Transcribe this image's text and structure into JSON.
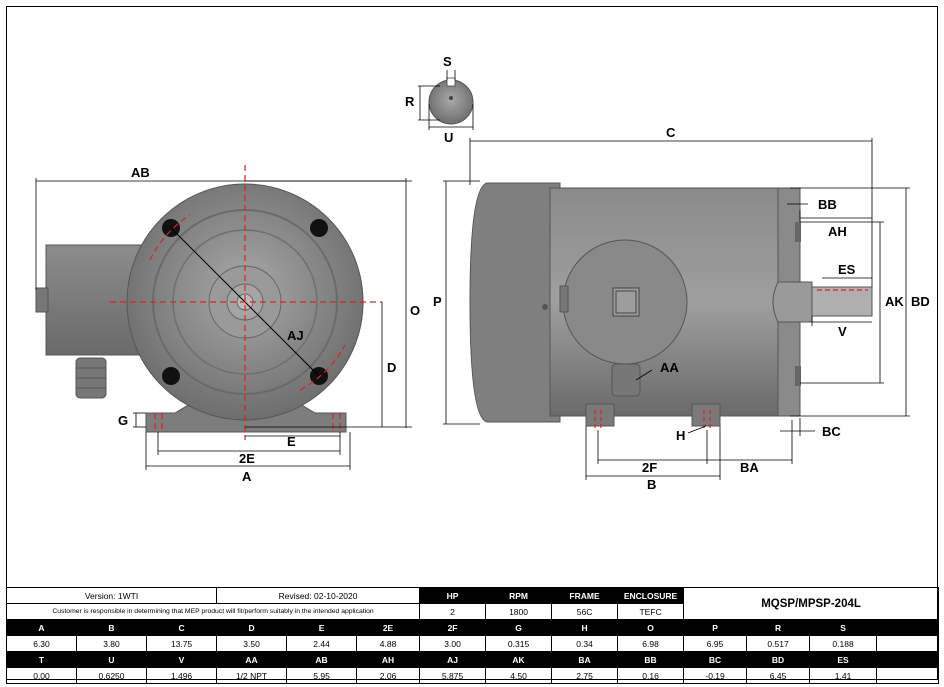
{
  "labels": {
    "S": "S",
    "R": "R",
    "U": "U",
    "C": "C",
    "AB": "AB",
    "O": "O",
    "D": "D",
    "AJ": "AJ",
    "G": "G",
    "E": "E",
    "TwoE": "2E",
    "A": "A",
    "P": "P",
    "BB": "BB",
    "AH": "AH",
    "ES": "ES",
    "AK": "AK",
    "BD": "BD",
    "V": "V",
    "AA": "AA",
    "H": "H",
    "TwoF": "2F",
    "BA": "BA",
    "B": "B",
    "BC": "BC"
  },
  "table": {
    "version": "Version: 1WTI",
    "revised": "Revised: 02-10-2020",
    "note": "Customer is responsible in determining that MEP product will fit/perform suitably in the intended application",
    "info_headers": [
      "HP",
      "RPM",
      "FRAME",
      "ENCLOSURE"
    ],
    "info_values": [
      "2",
      "1800",
      "56C",
      "TEFC"
    ],
    "model": "MQSP/MPSP-204L",
    "row1_headers": [
      "A",
      "B",
      "C",
      "D",
      "E",
      "2E",
      "2F",
      "G",
      "H",
      "O",
      "P",
      "R",
      "S"
    ],
    "row1_values": [
      "6.30",
      "3.80",
      "13.75",
      "3.50",
      "2.44",
      "4.88",
      "3.00",
      "0.315",
      "0.34",
      "6.98",
      "6.95",
      "0.517",
      "0.188"
    ],
    "row2_headers": [
      "T",
      "U",
      "V",
      "AA",
      "AB",
      "AH",
      "AJ",
      "AK",
      "BA",
      "BB",
      "BC",
      "BD",
      "ES"
    ],
    "row2_values": [
      "0.00",
      "0.6250",
      "1.496",
      "1/2 NPT",
      "5.95",
      "2.06",
      "5.875",
      "4.50",
      "2.75",
      "0.16",
      "-0.19",
      "6.45",
      "1.41"
    ]
  }
}
